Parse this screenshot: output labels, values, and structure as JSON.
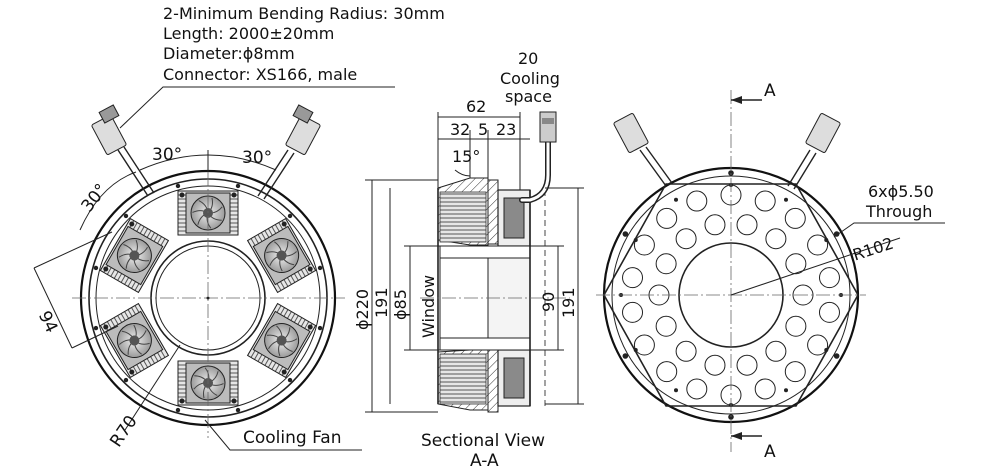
{
  "specs": [
    "2-Minimum Bending Radius: 30mm",
    "Length: 2000±20mm",
    "Diameter:ϕ8mm",
    "Connector: XS166, male"
  ],
  "front_view": {
    "angle_left_outer": "30°",
    "angle_top_left": "30°",
    "angle_top_right": "30°",
    "dim_94": "94",
    "radius_70": "R70",
    "cooling_fan": "Cooling Fan"
  },
  "section_view": {
    "cooling_space_value": "20",
    "cooling_space_line1": "Cooling",
    "cooling_space_line2": "space",
    "dim_62": "62",
    "dim_32": "32",
    "dim_5": "5",
    "dim_23": "23",
    "angle_15": "15°",
    "dim_220": "ϕ220",
    "dim_191_left": "191",
    "dim_85": "ϕ85",
    "window": "Window",
    "dim_90": "90",
    "dim_191_right": "191",
    "title_line1": "Sectional View",
    "title_line2": "A-A"
  },
  "back_view": {
    "section_mark_top": "A",
    "section_mark_bottom": "A",
    "holes_line1": "6xϕ5.50",
    "holes_line2": "Through",
    "radius_102": "R102"
  }
}
